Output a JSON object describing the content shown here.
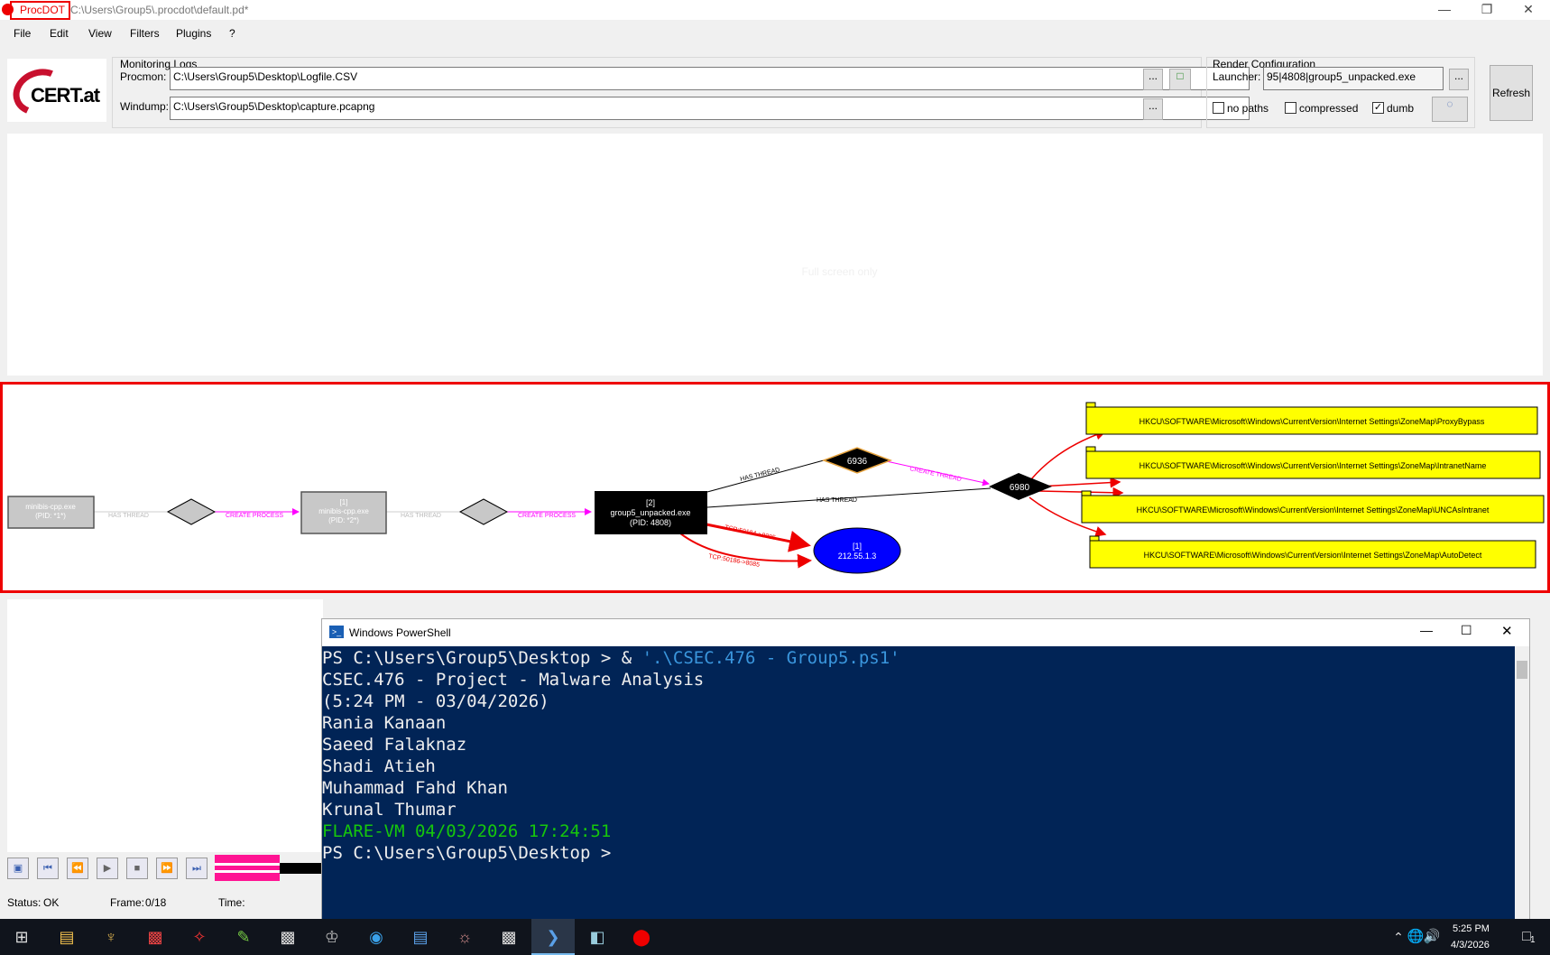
{
  "window": {
    "app_name": "ProcDOT",
    "separator": " - ",
    "path": "C:\\Users\\Group5\\.procdot\\default.pd*"
  },
  "menu": [
    "File",
    "Edit",
    "View",
    "Filters",
    "Plugins",
    "?"
  ],
  "logo": {
    "text": "CERT.at"
  },
  "monitoring": {
    "title": "Monitoring Logs",
    "procmon_label": "Procmon:",
    "procmon_value": "C:\\Users\\Group5\\Desktop\\Logfile.CSV",
    "windump_label": "Windump:",
    "windump_value": "C:\\Users\\Group5\\Desktop\\capture.pcapng",
    "browse_label": "..."
  },
  "render": {
    "title": "Render Configuration",
    "launcher_label": "Launcher:",
    "launcher_value": "95|4808|group5_unpacked.exe",
    "browse_label": "...",
    "no_paths": "no paths",
    "no_paths_checked": false,
    "compressed": "compressed",
    "compressed_checked": false,
    "dumb": "dumb",
    "dumb_checked": true,
    "refresh_label": "Refresh"
  },
  "canvas": {
    "hint": "Full screen only"
  },
  "graph": {
    "nodes": {
      "p1": "minibis-cpp.exe\n(PID: *1*)",
      "p2": "[1]\nminibis-cpp.exe\n(PID: *2*)",
      "p3": "[2]\ngroup5_unpacked.exe\n(PID: 4808)",
      "t1": "6936",
      "t2": "6980",
      "ip": "[1]\n212.55.1.3"
    },
    "edges": {
      "has_thread": "HAS THREAD",
      "create_process": "CREATE PROCESS",
      "create_thread": "CREATE THREAD",
      "tcp1": "TCP:50184->8085",
      "tcp2": "TCP:50186->8085"
    },
    "registry": [
      "HKCU\\SOFTWARE\\Microsoft\\Windows\\CurrentVersion\\Internet Settings\\ZoneMap\\ProxyBypass",
      "HKCU\\SOFTWARE\\Microsoft\\Windows\\CurrentVersion\\Internet Settings\\ZoneMap\\IntranetName",
      "HKCU\\SOFTWARE\\Microsoft\\Windows\\CurrentVersion\\Internet Settings\\ZoneMap\\UNCAsIntranet",
      "HKCU\\SOFTWARE\\Microsoft\\Windows\\CurrentVersion\\Internet Settings\\ZoneMap\\AutoDetect"
    ]
  },
  "status": {
    "status_label": "Status:",
    "status_value": "OK",
    "frame_label": "Frame:",
    "frame_value": "0/18",
    "time_label": "Time:"
  },
  "powershell": {
    "title": "Windows PowerShell",
    "lines": [
      {
        "text": "PS C:\\Users\\Group5\\Desktop > & ",
        "extra": "'.\\CSEC.476 - Group5.ps1'",
        "color": "#eeeeee"
      },
      {
        "text": "CSEC.476 - Project - Malware Analysis",
        "color": "#eeeeee"
      },
      {
        "text": "(5:24 PM - 03/04/2026)",
        "color": "#eeeeee"
      },
      {
        "text": "Rania Kanaan",
        "color": "#eeeeee"
      },
      {
        "text": "Saeed Falaknaz",
        "color": "#eeeeee"
      },
      {
        "text": "Shadi Atieh",
        "color": "#eeeeee"
      },
      {
        "text": "Muhammad Fahd Khan",
        "color": "#eeeeee"
      },
      {
        "text": "Krunal Thumar",
        "color": "#eeeeee"
      },
      {
        "text": "FLARE-VM 04/03/2026 17:24:51",
        "color": "#16c60c"
      },
      {
        "text": "PS C:\\Users\\Group5\\Desktop >",
        "color": "#eeeeee"
      }
    ]
  },
  "taskbar": {
    "time": "5:25 PM",
    "date": "4/3/2026",
    "notification_count": "1"
  },
  "colors": {
    "accent_red": "#ee0000",
    "ps_background": "#012456",
    "registry_fill": "#ffff00",
    "ip_fill": "#0000ff"
  }
}
